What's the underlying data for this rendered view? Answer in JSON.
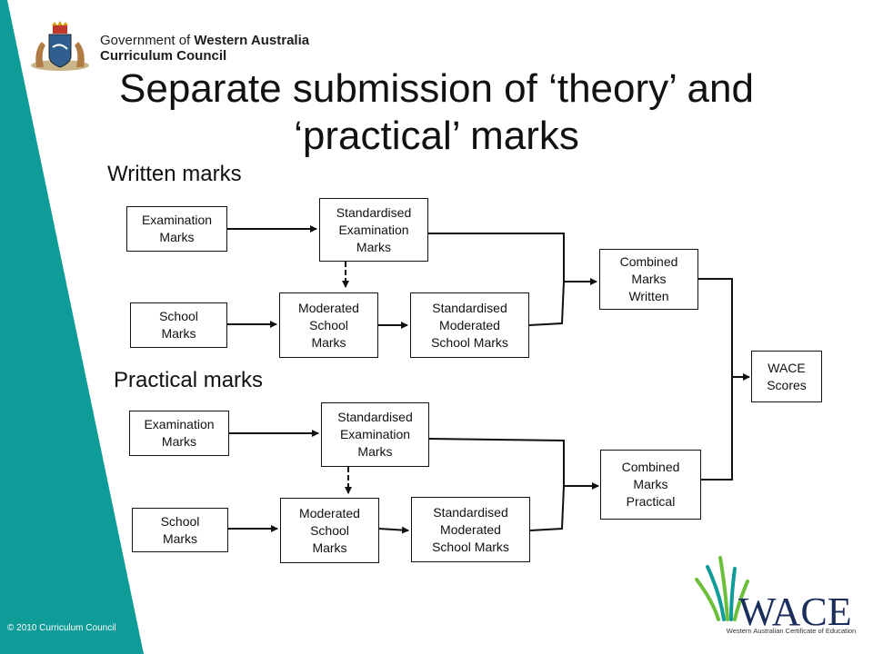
{
  "header": {
    "government_prefix": "Government of ",
    "government_bold": "Western Australia",
    "council": "Curriculum Council"
  },
  "slide": {
    "title_line1": "Separate submission of ‘theory’ and",
    "title_line2": "‘practical’ marks"
  },
  "written": {
    "section_label": "Written marks",
    "exam_marks": [
      "Examination",
      "Marks"
    ],
    "std_exam_marks": [
      "Standardised",
      "Examination",
      "Marks"
    ],
    "school_marks": [
      "School",
      "Marks"
    ],
    "moderated_school_marks": [
      "Moderated",
      "School",
      "Marks"
    ],
    "std_moderated_school_marks": [
      "Standardised",
      "Moderated",
      "School Marks"
    ],
    "combined": [
      "Combined",
      "Marks",
      "Written"
    ]
  },
  "practical": {
    "section_label": "Practical marks",
    "exam_marks": [
      "Examination",
      "Marks"
    ],
    "std_exam_marks": [
      "Standardised",
      "Examination",
      "Marks"
    ],
    "school_marks": [
      "School",
      "Marks"
    ],
    "moderated_school_marks": [
      "Moderated",
      "School",
      "Marks"
    ],
    "std_moderated_school_marks": [
      "Standardised",
      "Moderated",
      "School Marks"
    ],
    "combined": [
      "Combined",
      "Marks",
      "Practical"
    ]
  },
  "result": {
    "wace_scores": [
      "WACE",
      "Scores"
    ]
  },
  "footer": {
    "copyright": "© 2010 Curriculum Council",
    "wace_logo_text": "WACE",
    "wace_tagline": "Western Australian Certificate of Education"
  },
  "colors": {
    "teal": "#0f9c98",
    "wace_blue": "#1c2f5c",
    "wace_green": "#6cbf3a"
  },
  "icons": {
    "crest": "western-australia-crest-icon",
    "wace_leaves": "wace-leaves-icon"
  }
}
